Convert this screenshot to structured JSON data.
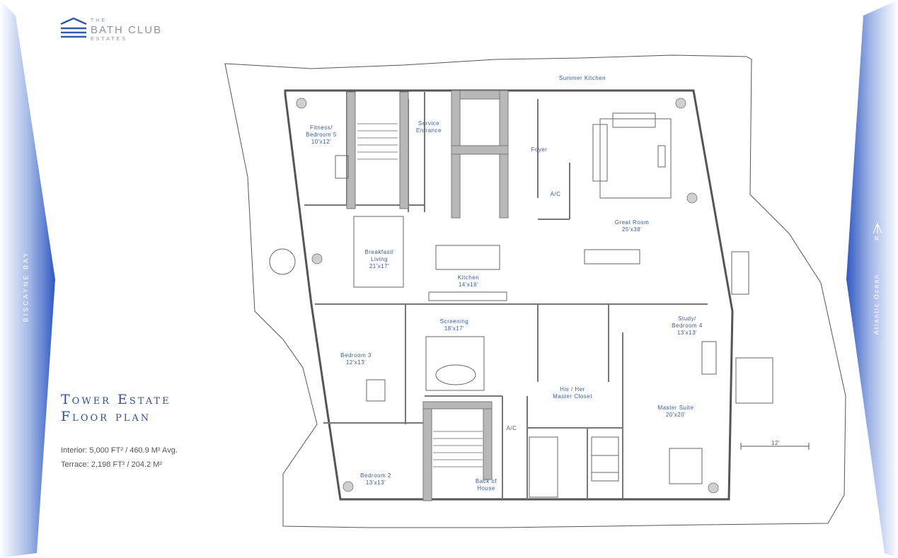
{
  "brand": {
    "the": "THE",
    "name": "BATH CLUB",
    "sub": "ESTATES"
  },
  "sides": {
    "left": "BISCAYNE BAY",
    "right": "Atlantic Ocean",
    "north": "N"
  },
  "title": {
    "line1": "Tower Estate",
    "line2": "Floor plan"
  },
  "stats": {
    "interior": "Interior: 5,000 FT² / 460.9 M² Avg.",
    "terrace": "Terrace: 2,198 FT² / 204.2 M²"
  },
  "rooms": {
    "summer_kitchen": "Summer Kitchen",
    "fitness": {
      "l1": "Fitness/",
      "l2": "Bedroom 5",
      "l3": "10'x12'"
    },
    "service": {
      "l1": "Service",
      "l2": "Entrance"
    },
    "foyer": "Foyer",
    "ac_top": "A/C",
    "great_room": {
      "l1": "Great Room",
      "l2": "25'x38'"
    },
    "breakfast": {
      "l1": "Breakfast/",
      "l2": "Living",
      "l3": "21'x17'"
    },
    "kitchen": {
      "l1": "Kitchen",
      "l2": "14'x16'"
    },
    "screening": {
      "l1": "Screening",
      "l2": "18'x17'"
    },
    "study": {
      "l1": "Study/",
      "l2": "Bedroom 4",
      "l3": "13'x13'"
    },
    "bedroom3": {
      "l1": "Bedroom 3",
      "l2": "12'x13'"
    },
    "closet": {
      "l1": "His / Her",
      "l2": "Master Closet"
    },
    "master": {
      "l1": "Master Suite",
      "l2": "20'x20'"
    },
    "ac_bottom": "A/C",
    "bedroom2": {
      "l1": "Bedroom 2",
      "l2": "13'x13'"
    },
    "back_house": {
      "l1": "Back of",
      "l2": "House"
    },
    "dimension": "12'"
  },
  "colors": {
    "accent": "#2f4f9a",
    "label": "#3b5b9c",
    "wall": "#555555",
    "wall_fill": "#b8b8b8",
    "side_blue": "#3d63c4"
  }
}
